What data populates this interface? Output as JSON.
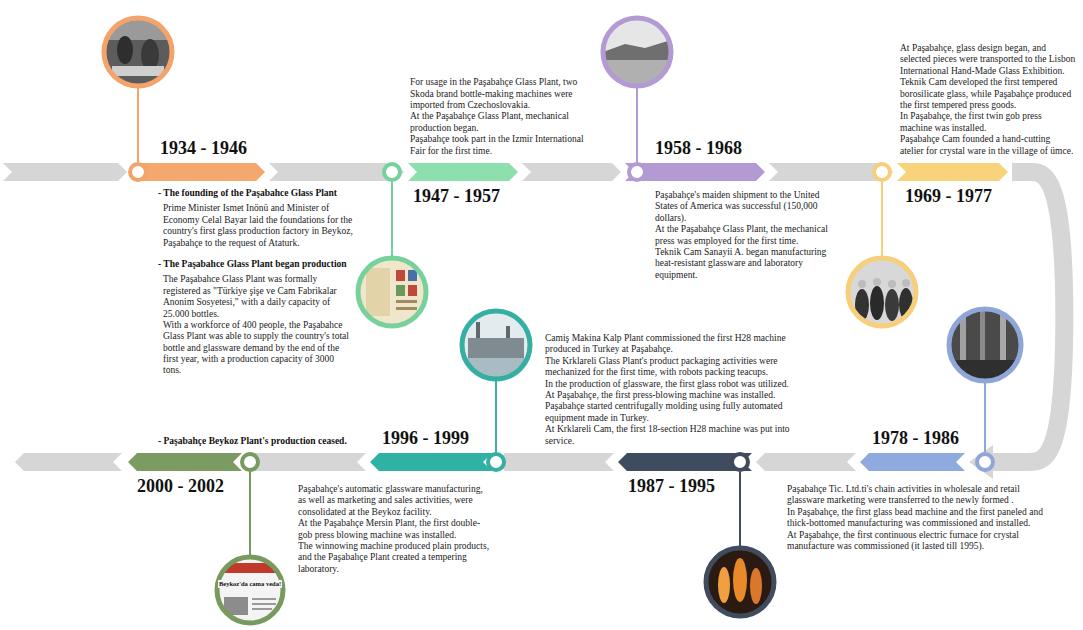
{
  "diagram": {
    "nodes": [
      {
        "text": [
          "1934 - 1946"
        ]
      },
      {
        "text": [
          "1947 - 1957"
        ]
      },
      {
        "text": [
          "1958 - 1968"
        ]
      },
      {
        "text": [
          "1969 - 1977"
        ]
      },
      {
        "text": [
          "1978 - 1986"
        ]
      },
      {
        "text": [
          "1987 - 1995"
        ]
      },
      {
        "text": [
          "1996 - 1999"
        ]
      },
      {
        "text": [
          "2000 - 2002"
        ]
      }
    ],
    "edges": [
      {
        "from": 0,
        "to": 1,
        "arrow": "to"
      },
      {
        "from": 1,
        "to": 2,
        "arrow": "to"
      },
      {
        "from": 2,
        "to": 3,
        "arrow": "to"
      },
      {
        "from": 3,
        "to": 4,
        "arrow": "to"
      },
      {
        "from": 4,
        "to": 5,
        "arrow": "to"
      },
      {
        "from": 5,
        "to": 6,
        "arrow": "to"
      },
      {
        "from": 6,
        "to": 7,
        "arrow": "to"
      }
    ],
    "labels": [
      "- The founding of the Paşabahce Glass Plant",
      "Prime Minister Ismet Inönü and Minister of Economy Celal Bayar laid the foundations for the country's first glass production factory in Beykoz, Paşabahçe to the request of Ataturk.",
      "- The Paşabahce Glass Plant began production",
      "The Paşabahce Glass Plant was formally registered as \"Türkiye şişe ve Cam Fabrikalar Anonim Sosyetesi,\" with a daily capacity of 25.000 bottles.",
      "With a workforce of 400 people, the Paşabahce Glass Plant was able to supply the country's total bottle and glassware demand by the end of the first year, with a production capacity of 3000 tons.",
      "For usage in the Paşabahçe Glass Plant, two Skoda brand bottle-making machines were imported from Czechoslovakia.",
      "At the Paşabahçe Glass Plant, mechanical production began.",
      "Paşabahçe took part in the Izmir International Fair for the first time.",
      "Paşabahçe's maiden shipment to the United States of America was successful (150,000 dollars).",
      "At the Paşabahçe Glass Plant, the mechanical press was employed for the first time.",
      "Teknik Cam Sanayii A. began manufacturing heat-resistant glassware and laboratory equipment.",
      "At Paşabahçe, glass design began, and selected pieces were transported to the Lisbon International Hand-Made Glass Exhibition.",
      "Teknik Cam developed the first tempered borosilicate glass, while Paşabahçe produced the first tempered press goods.",
      "In Paşabahçe, the first twin gob press machine was installed.",
      "Paşabahçe Cam founded a hand-cutting atelier for crystal ware in the village of ümce.",
      "Paşabahçe Tic. Ltd.ti's chain activities in wholesale and retail glassware marketing were transferred to the newly formed .",
      "In Paşabahçe, the first glass bead machine and the first paneled and thick-bottomed manufacturing was commissioned and installed.",
      "At Paşabahçe, the first continuous electric furnace for crystal manufacture was commissioned (it lasted till 1995).",
      "Camiş Makina Kalp Plant commissioned the first H28 machine produced in Turkey at Paşabahçe.",
      "The Krklareli Glass Plant's product packaging activities were mechanized for the first time, with robots packing teacups.",
      "In the production of glassware, the first glass robot was utilized.",
      "At Paşabahçe, the first press-blowing machine was installed.",
      "Paşabahçe started centrifugally molding using fully automated equipment made in Turkey.",
      "At Krklareli Cam, the first 18-section H28 machine was put into service.",
      "Paşabahçe's automatic glassware manufacturing, as well as marketing and sales activities, were consolidated at the Beykoz facility.",
      "At the Paşabahçe Mersin Plant, the first double-gob press blowing machine was installed.",
      "The winnowing machine produced plain products, and the Paşabahçe Plant created a tempering laboratory.",
      "- Paşabahçe Beykoz Plant's production ceased.",
      "Beykoz'da cama veda!"
    ]
  }
}
